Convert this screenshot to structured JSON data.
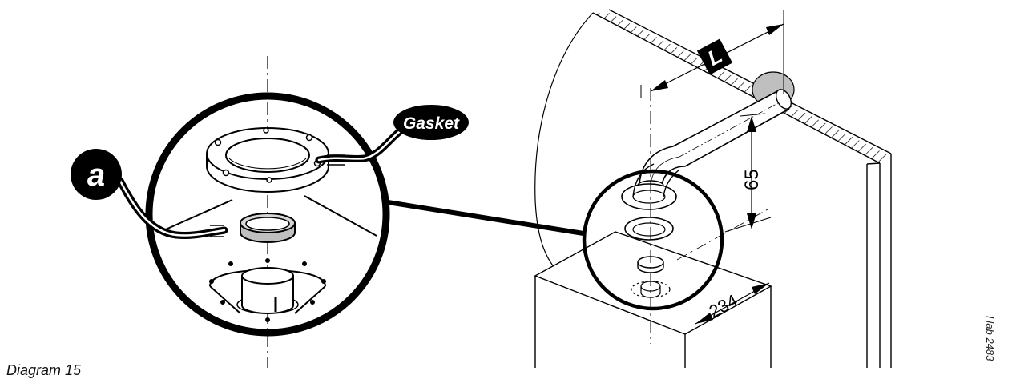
{
  "labels": {
    "gasket": "Gasket",
    "a": "a",
    "L": "L",
    "dim_65": "65",
    "dim_234": "234"
  },
  "caption": "Diagram 15",
  "reference": "Hab 2483",
  "colors": {
    "line": "#000000",
    "fill_gray": "#bfbfbf",
    "background": "#ffffff"
  }
}
